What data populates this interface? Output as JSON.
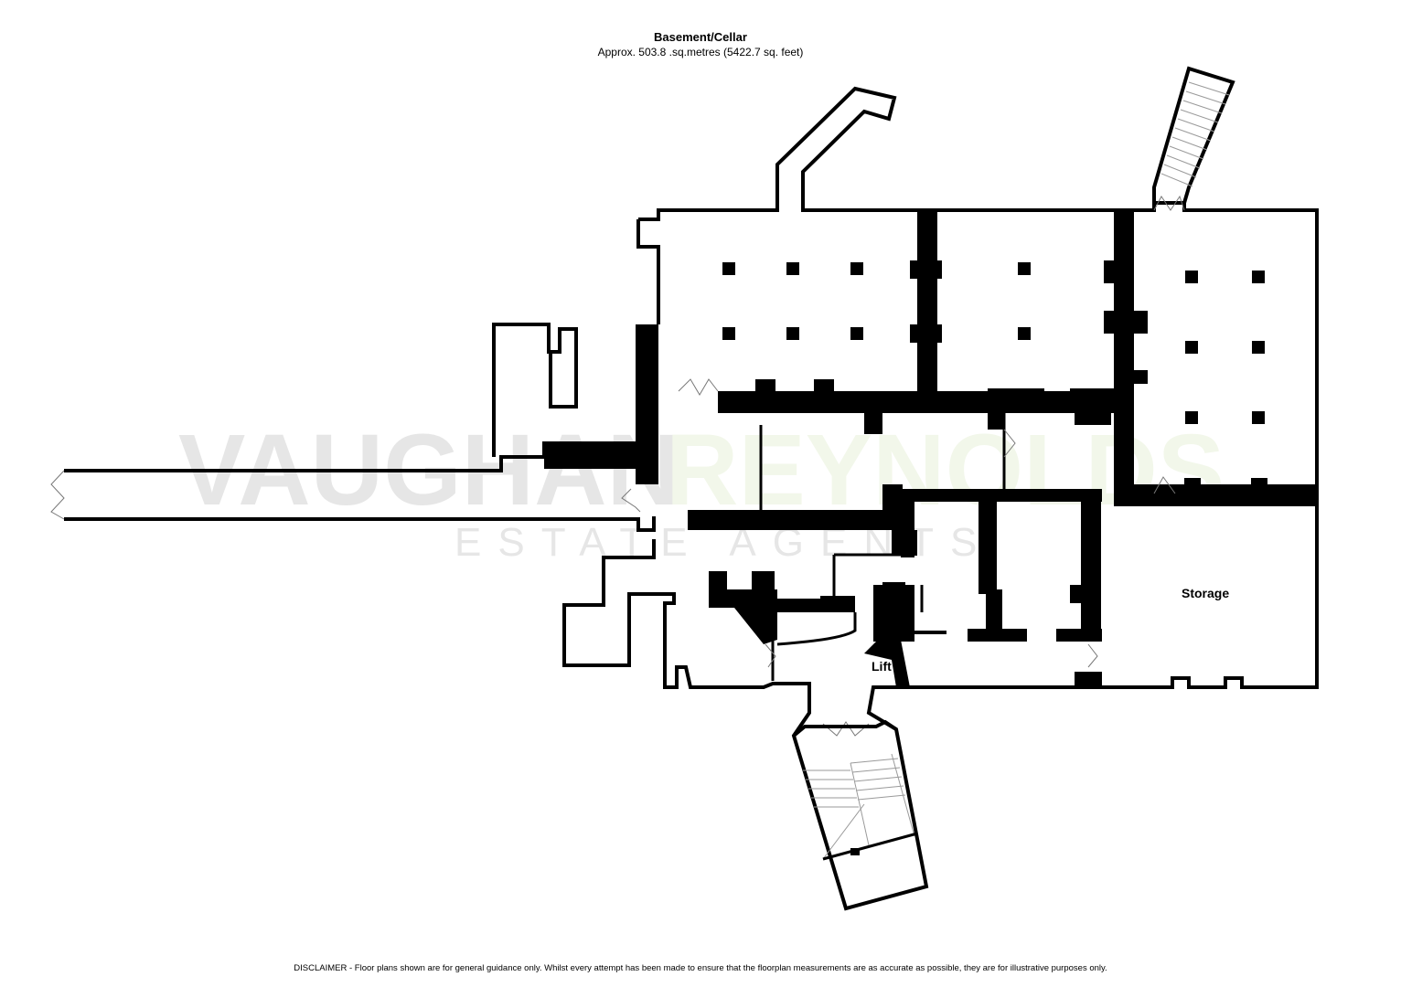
{
  "header": {
    "title": "Basement/Cellar",
    "area": "Approx. 503.8 .sq.metres (5422.7 sq. feet)"
  },
  "rooms": {
    "storage": "Storage",
    "lift": "Lift"
  },
  "watermark": {
    "part1": "VAUGHAN",
    "part2": "REYNOLDS",
    "sub": "ESTATE AGENTS",
    "color_dark": "#e6e6e6",
    "color_green": "#f2f7ea"
  },
  "footer": {
    "disclaimer": "DISCLAIMER -  Floor plans shown are for general guidance only. Whilst every attempt has been made to ensure that the floorplan measurements are as accurate as possible, they are for illustrative purposes only."
  }
}
